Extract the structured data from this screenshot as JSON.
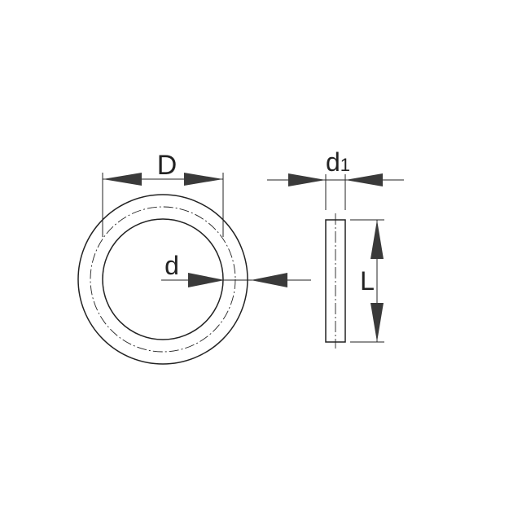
{
  "diagram": {
    "labels": {
      "outer_diameter": "D",
      "inner_diameter": "d",
      "cross_section": "d",
      "cross_section_subscript": "1",
      "length": "L"
    },
    "colors": {
      "stroke": "#222222",
      "arrow": "#3a3a3a",
      "background": "#ffffff"
    }
  }
}
